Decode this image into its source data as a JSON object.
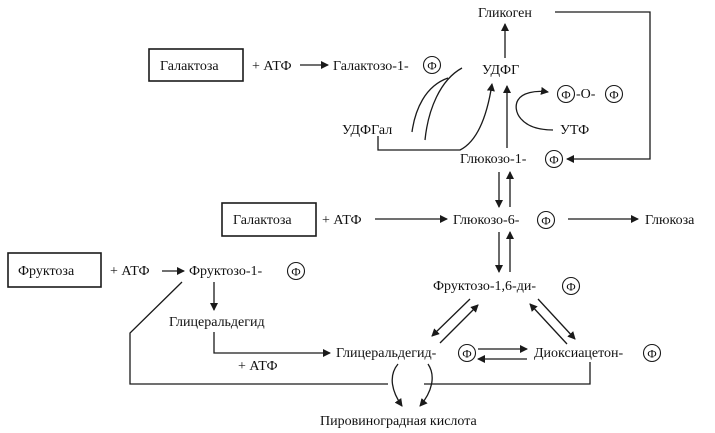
{
  "phi_symbol": "Ф",
  "nodes": {
    "glycogen": "Гликоген",
    "galactose_box_1": "Галактоза",
    "plus_atp_1": "+ АТФ",
    "galactose_1_p": "Галактозо-1-",
    "udpg": "УДФГ",
    "ppi_left": "",
    "ppi_o": "-О-",
    "udpgal": "УДФГал",
    "utp": "УТФ",
    "glucose_1_p": "Глюкозо-1-",
    "galactose_box_2": "Галактоза",
    "plus_atp_2": "+ АТФ",
    "glucose_6_p": "Глюкозо-6-",
    "glucose": "Глюкоза",
    "fructose_box": "Фруктоза",
    "plus_atp_3": "+ АТФ",
    "fructose_1_p": "Фруктозо-1-",
    "fructose_16_dp": "Фруктозо-1,6-ди-",
    "glyceraldehyde": "Глицеральдегид",
    "plus_atp_4": "+ АТФ",
    "glyceraldehyde_p": "Глицеральдегид-",
    "dihydroxyacetone_p": "Диоксиацетон-",
    "pyruvic_acid": "Пировиноградная кислота"
  }
}
